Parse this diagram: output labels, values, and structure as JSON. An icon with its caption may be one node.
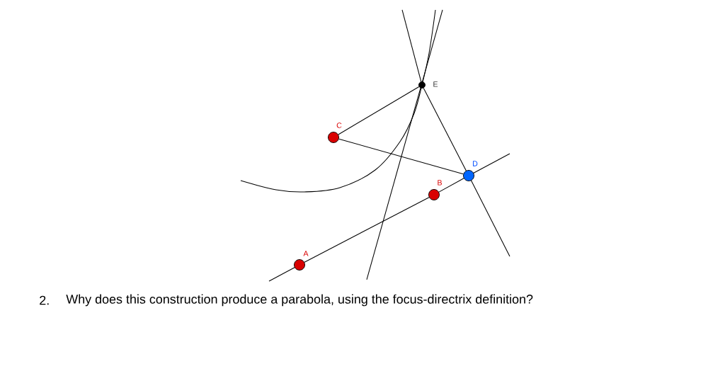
{
  "diagram": {
    "nodes": [
      {
        "text": [
          "A"
        ]
      },
      {
        "text": [
          "B"
        ]
      },
      {
        "text": [
          "C"
        ]
      },
      {
        "text": [
          "D"
        ]
      },
      {
        "text": [
          "E"
        ]
      }
    ],
    "edges": [
      {
        "from": 0,
        "to": 1,
        "arrow": "none"
      },
      {
        "from": 1,
        "to": 3,
        "arrow": "none"
      },
      {
        "from": 2,
        "to": 4,
        "arrow": "none"
      },
      {
        "from": 2,
        "to": 3,
        "arrow": "none"
      },
      {
        "from": 4,
        "to": 3,
        "arrow": "none"
      }
    ],
    "labels": [
      "2.",
      "Why does this construction produce a parabola, using the focus-directrix definition?"
    ]
  }
}
